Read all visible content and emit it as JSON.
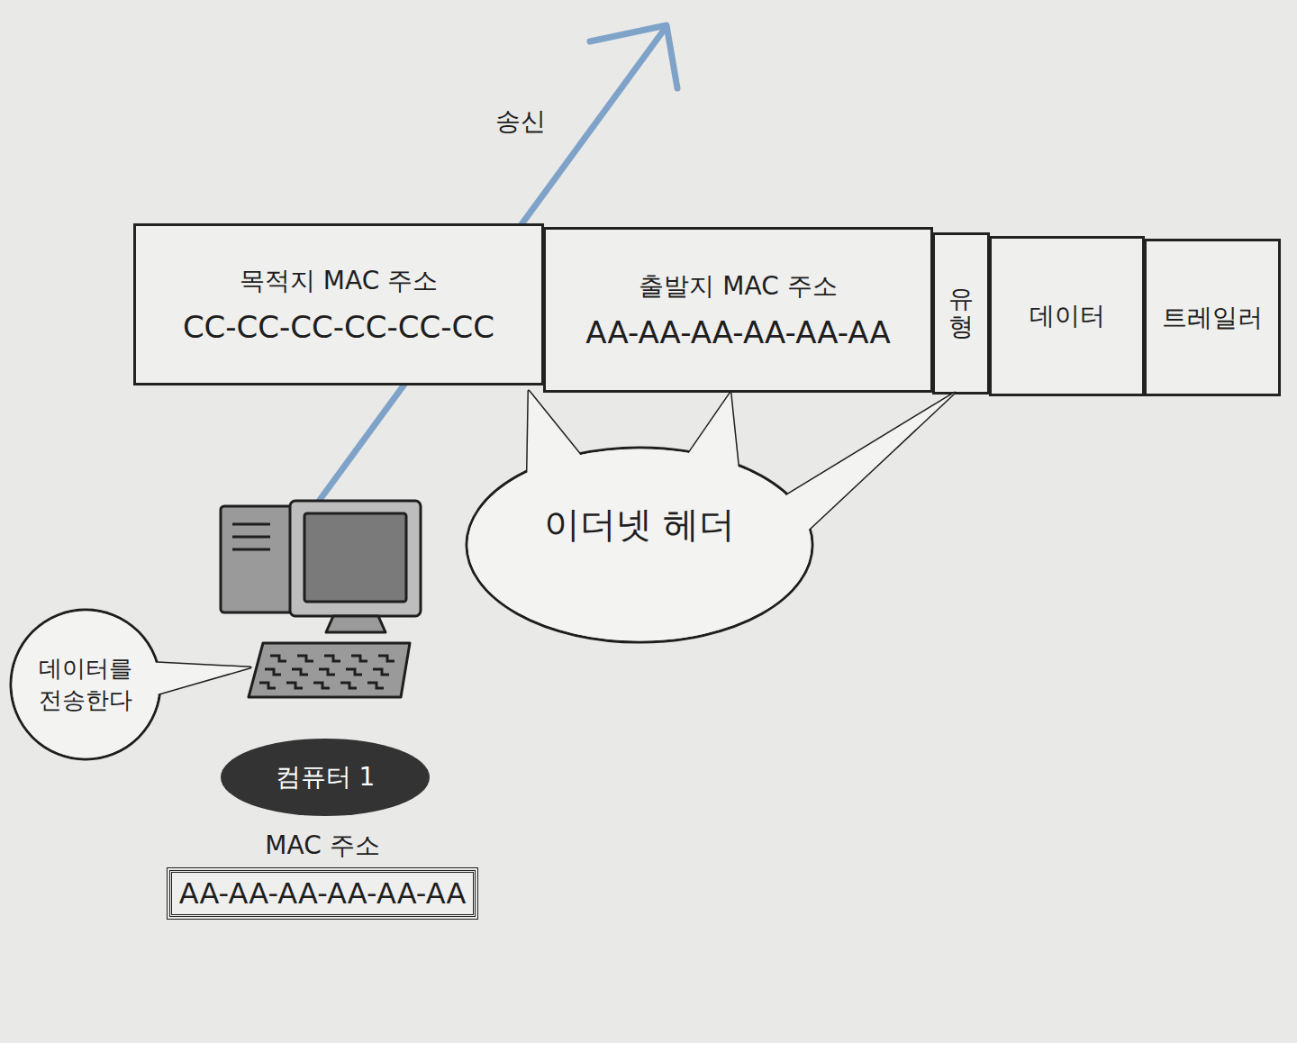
{
  "diagram": {
    "nodes": [
      {
        "text": [
          "목적지 MAC 주소",
          "CC-CC-CC-CC-CC-CC"
        ]
      },
      {
        "text": [
          "출발지 MAC 주소",
          "AA-AA-AA-AA-AA-AA"
        ]
      },
      {
        "text": [
          "유형"
        ]
      },
      {
        "text": [
          "데이터"
        ]
      },
      {
        "text": [
          "트레일러"
        ]
      },
      {
        "text": [
          "이더넷 헤더"
        ]
      },
      {
        "text": [
          "데이터를 전송한다"
        ]
      },
      {
        "text": [
          "컴퓨터 1"
        ]
      },
      {
        "text": [
          "MAC 주소",
          "AA-AA-AA-AA-AA-AA"
        ]
      }
    ],
    "labels": [
      "송신"
    ]
  }
}
